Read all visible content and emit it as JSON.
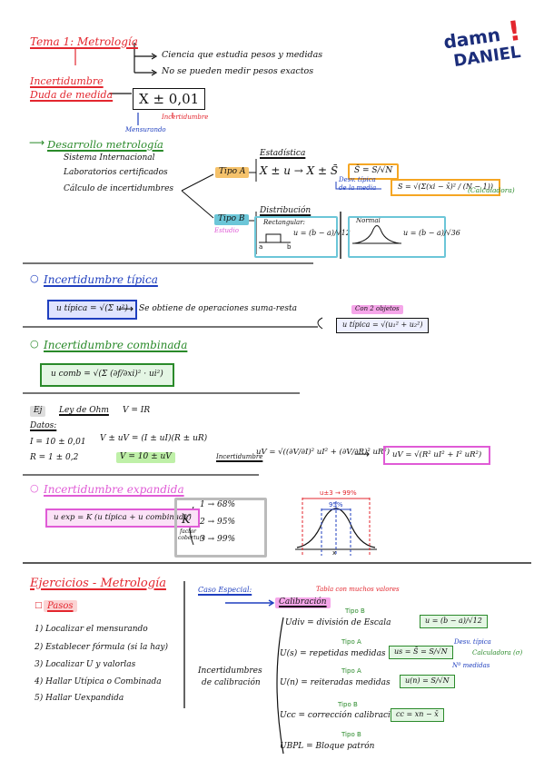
{
  "logo": {
    "line1": "damn",
    "line2": "DANIEL",
    "mark": "!"
  },
  "header": {
    "title": "Tema 1: Metrología",
    "def1": "Ciencia que estudia pesos y medidas",
    "def2": "No se pueden medir pesos exactos",
    "incert_label": "Incertidumbre",
    "duda_label": "Duda de medida",
    "measure": "X ± 0,01",
    "tag_incert": "Incertidumbre",
    "tag_mensurando": "Mensurando"
  },
  "desarrollo": {
    "title": "Desarrollo metrología",
    "items": [
      "Sistema Internacional",
      "Laboratorios certificados",
      "Cálculo de incertidumbres"
    ],
    "tipo_a": "Tipo A",
    "estadistica": "Estadística",
    "xu": "X ± u → X ± S̄",
    "sbar": "S̄ = S/√N",
    "desv_note1": "Desv. típica",
    "desv_note2": "de la media",
    "s_formula": "S = √(Σ(xi − x̄)² / (N − 1))",
    "calc_note": "(Calculadora)",
    "tipo_b": "Tipo B",
    "tipo_b_note": "Estudio",
    "distribucion": "Distribución",
    "rectangular": "Rectangular:",
    "rect_formula": "u = (b − a)/√12",
    "normal": "Normal",
    "normal_formula": "u = (b − a)/√36",
    "axis_a": "a",
    "axis_b": "b"
  },
  "tipica": {
    "title": "Incertidumbre típica",
    "formula": "u típica = √(Σ u²)",
    "desc": "Se obtiene de operaciones suma-resta",
    "con2": "Con 2 objetos",
    "formula2": "u típica = √(u₁² + u₂²)"
  },
  "combinada": {
    "title": "Incertidumbre combinada",
    "formula": "u comb = √(Σ (∂f/∂xi)² · ui²)"
  },
  "ejemplo": {
    "ej": "Ej",
    "ley": "Ley de Ohm",
    "v": "V = IR",
    "datos": "Datos:",
    "i": "I = 10 ± 0,01",
    "r": "R = 1 ± 0,2",
    "vpm": "V ± uV = (I ± uI)(R ± uR)",
    "v10": "V = 10 ± uV",
    "incert": "Incertidumbre",
    "uv_formula": "uV = √((∂V/∂I)² uI² + (∂V/∂R)² uR²)",
    "uv_final": "uV = √(R² uI² + I² uR²)"
  },
  "expandida": {
    "title": "Incertidumbre expandida",
    "formula": "u exp = K (u típica + u combinada)",
    "k": "K",
    "k_note1": "factor",
    "k_note2": "cobertura",
    "rows": [
      "1 → 68%",
      "2 → 95%",
      "3 → 99%"
    ],
    "top_label": "u±3 → 99%",
    "mid_label": "95%",
    "x_label": "x"
  },
  "ejercicios": {
    "title": "Ejercicios - Metrología",
    "pasos": "Pasos",
    "steps": [
      "1) Localizar el mensurando",
      "2) Establecer fórmula (si la hay)",
      "3) Localizar U y valorlas",
      "4) Hallar Utípica o Combinada",
      "5) Hallar Uexpandida"
    ]
  },
  "caso": {
    "title": "Caso Especial:",
    "calibracion": "Calibración",
    "tabla_note": "Tabla con muchos valores",
    "incert_cal1": "Incertidumbres",
    "incert_cal2": "de calibración",
    "tipo_b": "Tipo B",
    "tipo_a": "Tipo A",
    "rows": [
      {
        "lhs": "Udiv = división de Escala",
        "rhs": "u = (b − a)/√12"
      },
      {
        "lhs": "U(s) = repetidas medidas",
        "rhs": "us = S̄ = S/√N"
      },
      {
        "lhs": "U(n) = reiteradas medidas",
        "rhs": "u(n) = S/√N"
      },
      {
        "lhs": "Ucc = corrección calibración",
        "rhs": "cc = xn − x̄"
      },
      {
        "lhs": "UBPL = Bloque patrón",
        "rhs": ""
      }
    ],
    "desv_tip": "Desv. típica",
    "calc_note": "Calculadora (σ)",
    "num_medidas": "Nº medidas"
  },
  "colors": {
    "red": "#e3262e",
    "green": "#2a8a2a",
    "blue": "#1f3fbf",
    "orange": "#f5a623",
    "pink": "#e05bd6",
    "teal": "#6cc6d8",
    "navy": "#1b2d7a"
  }
}
